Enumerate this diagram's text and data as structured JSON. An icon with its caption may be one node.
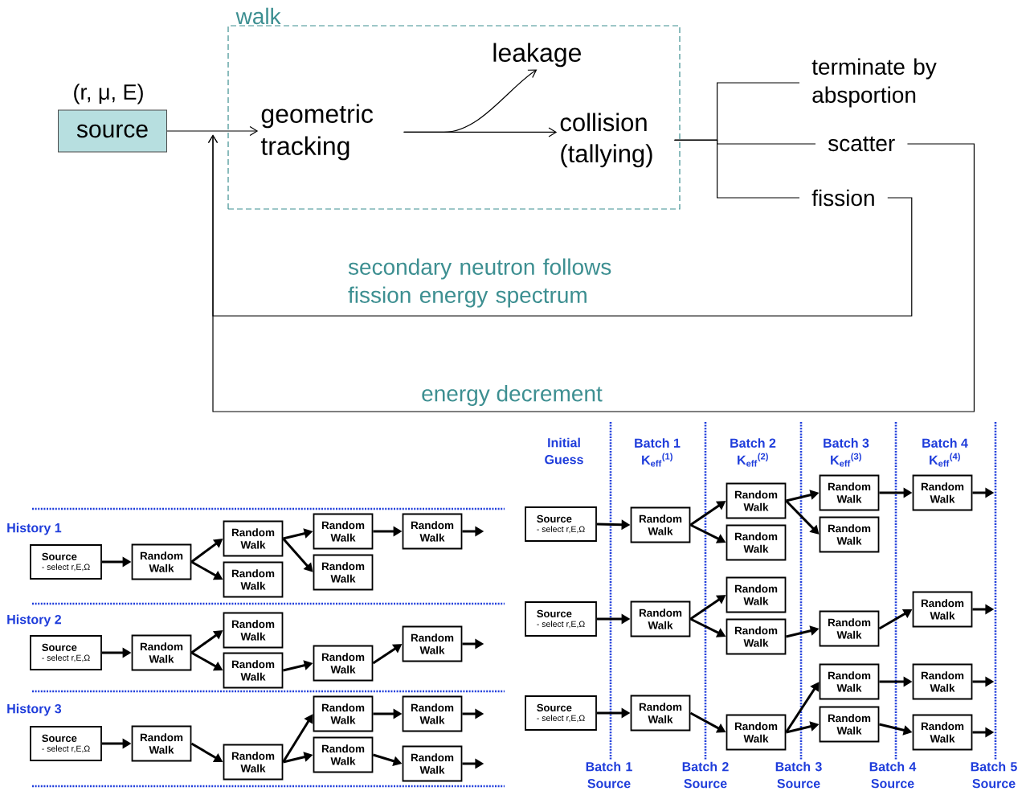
{
  "diagram": {
    "nodes": [
      {
        "text": [
          "walk"
        ]
      },
      {
        "text": [
          "source"
        ],
        "beside": [
          "(r, μ, E)"
        ]
      },
      {
        "text": [
          "geometric tracking"
        ],
        "in": 0
      },
      {
        "text": [
          "leakage"
        ],
        "in": 0
      },
      {
        "text": [
          "collision (tallying)"
        ],
        "in": 0
      },
      {
        "text": [
          "terminate by absportion"
        ]
      },
      {
        "text": [
          "scatter"
        ]
      },
      {
        "text": [
          "fission"
        ]
      },
      {
        "text": [
          "Source",
          "- select r,E,Ω"
        ]
      },
      {
        "text": [
          "Random Walk"
        ]
      },
      {
        "text": [
          "Random Walk"
        ]
      },
      {
        "text": [
          "Random Walk"
        ]
      },
      {
        "text": [
          "Random Walk"
        ]
      },
      {
        "text": [
          "Random Walk"
        ]
      },
      {
        "text": [
          "Random Walk"
        ]
      },
      {
        "text": [
          "Source",
          "- select r,E,Ω"
        ]
      },
      {
        "text": [
          "Random Walk"
        ]
      },
      {
        "text": [
          "Random Walk"
        ]
      },
      {
        "text": [
          "Random Walk"
        ]
      },
      {
        "text": [
          "Random Walk"
        ]
      },
      {
        "text": [
          "Random Walk"
        ]
      },
      {
        "text": [
          "Source",
          "- select r,E,Ω"
        ]
      },
      {
        "text": [
          "Random Walk"
        ]
      },
      {
        "text": [
          "Random Walk"
        ]
      },
      {
        "text": [
          "Random Walk"
        ]
      },
      {
        "text": [
          "Random Walk"
        ]
      },
      {
        "text": [
          "Random Walk"
        ]
      },
      {
        "text": [
          "Random Walk"
        ]
      },
      {
        "text": [
          "Source",
          "- select r,E,Ω"
        ]
      },
      {
        "text": [
          "Random Walk"
        ]
      },
      {
        "text": [
          "Random Walk"
        ]
      },
      {
        "text": [
          "Random Walk"
        ]
      },
      {
        "text": [
          "Random Walk"
        ]
      },
      {
        "text": [
          "Random Walk"
        ]
      },
      {
        "text": [
          "Random Walk"
        ]
      },
      {
        "text": [
          "Source",
          "- select r,E,Ω"
        ]
      },
      {
        "text": [
          "Random Walk"
        ]
      },
      {
        "text": [
          "Random Walk"
        ]
      },
      {
        "text": [
          "Random Walk"
        ]
      },
      {
        "text": [
          "Random Walk"
        ]
      },
      {
        "text": [
          "Random Walk"
        ]
      },
      {
        "text": [
          "Source",
          "- select r,E,Ω"
        ]
      },
      {
        "text": [
          "Random Walk"
        ]
      },
      {
        "text": [
          "Random Walk"
        ]
      },
      {
        "text": [
          "Random Walk"
        ]
      },
      {
        "text": [
          "Random Walk"
        ]
      },
      {
        "text": [
          "Random Walk"
        ]
      },
      {
        "text": [
          "Random Walk"
        ]
      }
    ],
    "edges": [
      {
        "from": 1,
        "to": 2,
        "arrow": "to"
      },
      {
        "from": 2,
        "to": 3,
        "arrow": "to"
      },
      {
        "from": 2,
        "to": 4,
        "arrow": "to"
      },
      {
        "from": 4,
        "to": 5,
        "arrow": "none"
      },
      {
        "from": 4,
        "to": 6,
        "arrow": "none"
      },
      {
        "from": 4,
        "to": 7,
        "arrow": "none"
      },
      {
        "from": 7,
        "to": 2,
        "arrow": "to",
        "label": "secondary neutron follows fission energy spectrum"
      },
      {
        "from": 6,
        "to": 2,
        "arrow": "to",
        "label": "energy decrement"
      },
      {
        "from": 8,
        "to": 9,
        "arrow": "to"
      },
      {
        "from": 9,
        "to": 10,
        "arrow": "to"
      },
      {
        "from": 9,
        "to": 11,
        "arrow": "to"
      },
      {
        "from": 10,
        "to": 12,
        "arrow": "to"
      },
      {
        "from": 10,
        "to": 13,
        "arrow": "to"
      },
      {
        "from": 12,
        "to": 14,
        "arrow": "to"
      },
      {
        "from": 14,
        "to": null,
        "arrow": "to"
      },
      {
        "from": 15,
        "to": 16,
        "arrow": "to"
      },
      {
        "from": 16,
        "to": 17,
        "arrow": "to"
      },
      {
        "from": 16,
        "to": 18,
        "arrow": "to"
      },
      {
        "from": 18,
        "to": 19,
        "arrow": "to"
      },
      {
        "from": 19,
        "to": 20,
        "arrow": "to"
      },
      {
        "from": 20,
        "to": null,
        "arrow": "to"
      },
      {
        "from": 21,
        "to": 22,
        "arrow": "to"
      },
      {
        "from": 22,
        "to": 23,
        "arrow": "to"
      },
      {
        "from": 23,
        "to": 24,
        "arrow": "to"
      },
      {
        "from": 23,
        "to": 25,
        "arrow": "to"
      },
      {
        "from": 24,
        "to": 26,
        "arrow": "to"
      },
      {
        "from": 25,
        "to": 27,
        "arrow": "to"
      },
      {
        "from": 26,
        "to": null,
        "arrow": "to"
      },
      {
        "from": 27,
        "to": null,
        "arrow": "to"
      },
      {
        "from": 28,
        "to": 29,
        "arrow": "to"
      },
      {
        "from": 29,
        "to": 30,
        "arrow": "to"
      },
      {
        "from": 29,
        "to": 31,
        "arrow": "to"
      },
      {
        "from": 30,
        "to": 32,
        "arrow": "to"
      },
      {
        "from": 30,
        "to": 33,
        "arrow": "to"
      },
      {
        "from": 32,
        "to": 34,
        "arrow": "to"
      },
      {
        "from": 34,
        "to": null,
        "arrow": "to"
      },
      {
        "from": 35,
        "to": 36,
        "arrow": "to"
      },
      {
        "from": 36,
        "to": 37,
        "arrow": "to"
      },
      {
        "from": 36,
        "to": 38,
        "arrow": "to"
      },
      {
        "from": 38,
        "to": 39,
        "arrow": "to"
      },
      {
        "from": 39,
        "to": 40,
        "arrow": "to"
      },
      {
        "from": 40,
        "to": null,
        "arrow": "to"
      },
      {
        "from": 41,
        "to": 42,
        "arrow": "to"
      },
      {
        "from": 42,
        "to": 43,
        "arrow": "to"
      },
      {
        "from": 43,
        "to": 44,
        "arrow": "to"
      },
      {
        "from": 43,
        "to": 45,
        "arrow": "to"
      },
      {
        "from": 44,
        "to": 46,
        "arrow": "to"
      },
      {
        "from": 45,
        "to": 47,
        "arrow": "to"
      },
      {
        "from": 46,
        "to": null,
        "arrow": "to"
      },
      {
        "from": 47,
        "to": null,
        "arrow": "to"
      }
    ],
    "labels": [
      "Initial Guess",
      "Batch 1",
      "K$_{eff}$$^{(1)}$",
      "Batch 2",
      "K$_{eff}$$^{(2)}$",
      "Batch 3",
      "K$_{eff}$$^{(3)}$",
      "Batch 4",
      "K$_{eff}$$^{(4)}$",
      "History 1",
      "History 2",
      "History 3",
      "Batch 1 Source",
      "Batch 2 Source",
      "Batch 3 Source",
      "Batch 4 Source",
      "Batch 5 Source"
    ]
  }
}
